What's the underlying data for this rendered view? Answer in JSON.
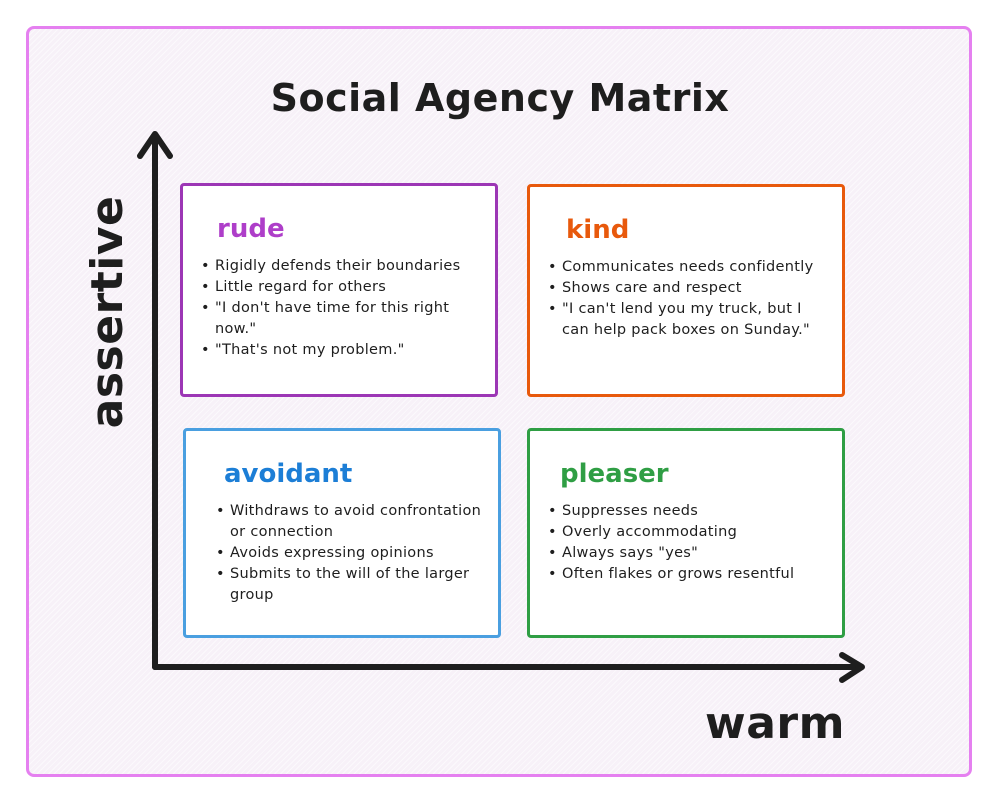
{
  "title": "Social Agency Matrix",
  "y_axis_label": "assertive",
  "x_axis_label": "warm",
  "colors": {
    "frame_border": "#e580f0",
    "rude": "#ae3ec9",
    "kind": "#e8590c",
    "avoidant": "#1c7ed6",
    "pleaser": "#2f9e44",
    "axis": "#1e1e1e"
  },
  "quadrants": {
    "rude": {
      "title": "rude",
      "bullets": [
        "Rigidly defends their boundaries",
        "Little regard for others",
        "\"I don't have time for this right now.\"",
        "\"That's not my problem.\""
      ]
    },
    "kind": {
      "title": "kind",
      "bullets": [
        "Communicates needs confidently",
        "Shows care and respect",
        "\"I can't lend you my truck, but I can help pack boxes on Sunday.\""
      ]
    },
    "avoidant": {
      "title": "avoidant",
      "bullets": [
        "Withdraws to avoid confrontation or connection",
        "Avoids expressing opinions",
        "Submits to the will of the larger group"
      ]
    },
    "pleaser": {
      "title": "pleaser",
      "bullets": [
        "Suppresses needs",
        "Overly accommodating",
        "Always says \"yes\"",
        "Often flakes or grows resentful"
      ]
    }
  }
}
